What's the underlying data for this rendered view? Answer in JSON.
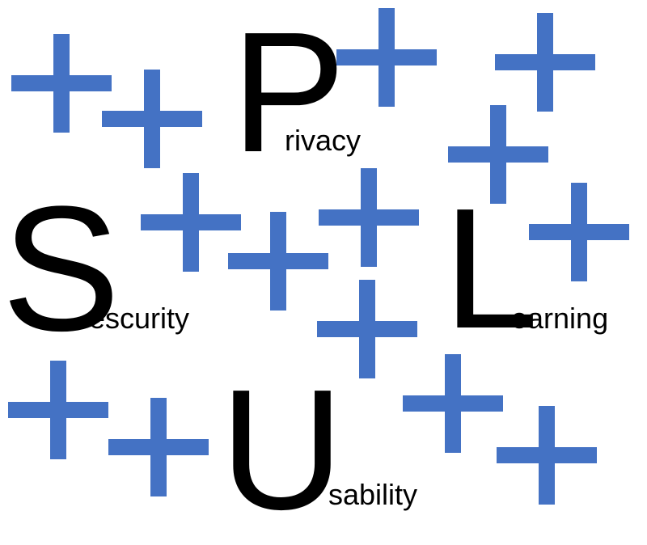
{
  "colors": {
    "plus": "#4472C4",
    "text": "#000000",
    "background": "#ffffff"
  },
  "icon": "plus-icon",
  "terms": [
    {
      "letter": "P",
      "rest": "rivacy"
    },
    {
      "letter": "S",
      "rest": "escurity"
    },
    {
      "letter": "L",
      "rest": "earning"
    },
    {
      "letter": "U",
      "rest": "sability"
    }
  ]
}
